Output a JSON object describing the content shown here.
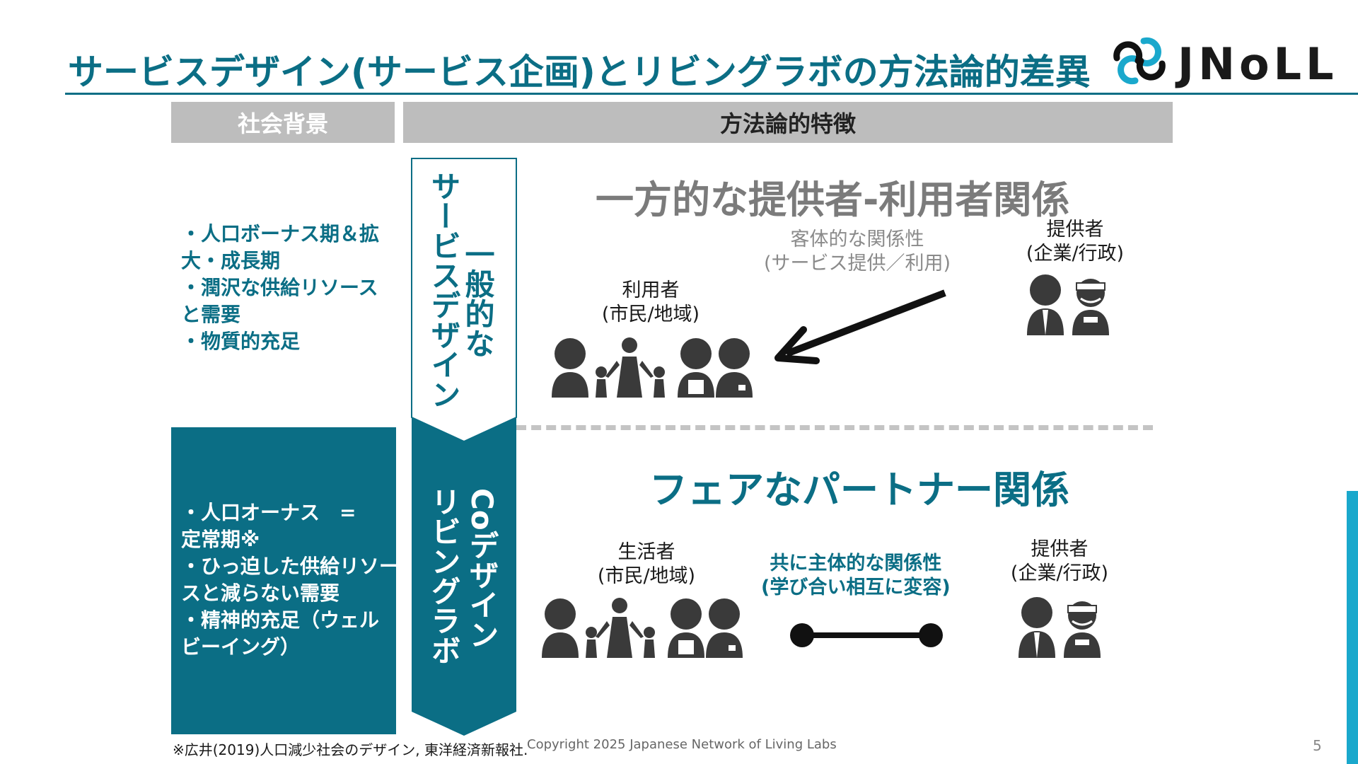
{
  "slide": {
    "title": "サービスデザイン(サービス企画)とリビングラボの方法論的差異",
    "logo_text": "JNoLL",
    "page_number": "5",
    "copyright": "Copyright 2025  Japanese Network of Living Labs",
    "footnote": "※広井(2019)人口減少社会のデザイン, 東洋経済新報社."
  },
  "headers": {
    "social_background": "社会背景",
    "methodological_features": "方法論的特徴"
  },
  "background": {
    "upper_items": [
      "・人口ボーナス期＆拡",
      "大・成長期",
      "・潤沢な供給リソース",
      "と需要",
      "・物質的充足"
    ],
    "lower_items": [
      "・人口オーナス　=",
      "定常期※",
      "・ひっ迫した供給リソー",
      "スと減らない需要",
      "・精神的充足（ウェル",
      "ビーイング）"
    ]
  },
  "methods": {
    "service_design": "サービスデザイン",
    "service_design_sub": "一般的な",
    "living_lab": "リビングラボ",
    "living_lab_sub": "Coデザイン"
  },
  "relations": {
    "top": {
      "title": "一方的な提供者-利用者関係",
      "caption_lines": [
        "客体的な関係性",
        "(サービス提供／利用)"
      ],
      "user_label_lines": [
        "利用者",
        "(市民/地域)"
      ],
      "provider_label_lines": [
        "提供者",
        "(企業/行政)"
      ]
    },
    "bottom": {
      "title": "フェアなパートナー関係",
      "caption_lines": [
        "共に主体的な関係性",
        "(学び合い相互に変容)"
      ],
      "user_label_lines": [
        "生活者",
        "(市民/地域)"
      ],
      "provider_label_lines": [
        "提供者",
        "(企業/行政)"
      ]
    }
  },
  "colors": {
    "teal": "#0b6e85",
    "gray_header": "#bdbdbd",
    "accent": "#1aa8cc"
  }
}
